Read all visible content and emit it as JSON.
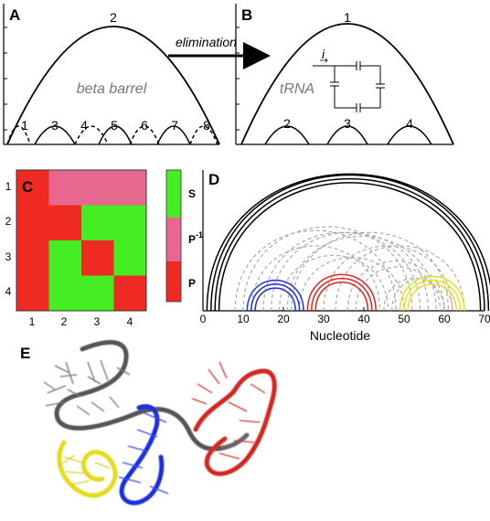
{
  "panel_a": {
    "letter": "A",
    "outer_arc": "2",
    "inner_arcs": [
      "1",
      "3",
      "4",
      "5",
      "6",
      "7",
      "8"
    ],
    "label": "beta barrel"
  },
  "arrow": {
    "label": "elimination"
  },
  "panel_b": {
    "letter": "B",
    "outer_arc": "1",
    "inner_arcs": [
      "2",
      "3",
      "4"
    ],
    "label": "tRNA",
    "circuit_current": "i"
  },
  "panel_c": {
    "letter": "C",
    "row_labels": [
      "1",
      "2",
      "3",
      "4"
    ],
    "col_labels": [
      "1",
      "2",
      "3",
      "4"
    ],
    "matrix": [
      [
        "P",
        "P-1",
        "P-1",
        "P-1"
      ],
      [
        "P",
        "P",
        "S",
        "S"
      ],
      [
        "P",
        "S",
        "P",
        "S"
      ],
      [
        "P",
        "S",
        "S",
        "P"
      ]
    ],
    "legend": [
      {
        "key": "S",
        "label": "S",
        "sup": "",
        "color": "#44ee22"
      },
      {
        "key": "P-1",
        "label": "P",
        "sup": "-1",
        "color": "#e8678e"
      },
      {
        "key": "P",
        "label": "P",
        "sup": "",
        "color": "#ee2a22"
      }
    ]
  },
  "panel_d": {
    "letter": "D",
    "xlabel": "Nucleotide",
    "xticks": [
      "0",
      "10",
      "20",
      "30",
      "40",
      "50",
      "60",
      "70"
    ]
  },
  "chart_data": {
    "type": "arc",
    "xlabel": "Nucleotide",
    "xlim": [
      0,
      70
    ],
    "series": [
      {
        "color": "#000000",
        "style": "solid",
        "arcs": [
          [
            1,
            72
          ],
          [
            2,
            71
          ],
          [
            3,
            70
          ],
          [
            4,
            69
          ]
        ]
      },
      {
        "color": "#1f2ee0",
        "style": "solid",
        "arcs": [
          [
            11,
            25
          ],
          [
            12,
            24
          ],
          [
            13,
            23
          ]
        ]
      },
      {
        "color": "#e3241f",
        "style": "solid",
        "arcs": [
          [
            26,
            43
          ],
          [
            27,
            42
          ],
          [
            28,
            41
          ]
        ]
      },
      {
        "color": "#e8e024",
        "style": "solid",
        "arcs": [
          [
            49,
            65
          ],
          [
            50,
            64
          ],
          [
            51,
            63
          ]
        ]
      },
      {
        "color": "#aaaaaa",
        "style": "dashed",
        "arcs": [
          [
            8,
            48
          ],
          [
            10,
            52
          ],
          [
            12,
            44
          ],
          [
            15,
            54
          ],
          [
            17,
            56
          ],
          [
            19,
            46
          ],
          [
            21,
            58
          ],
          [
            22,
            61
          ],
          [
            24,
            50
          ],
          [
            30,
            62
          ],
          [
            33,
            65
          ],
          [
            36,
            60
          ],
          [
            38,
            59
          ],
          [
            45,
            60
          ],
          [
            47,
            62
          ]
        ]
      }
    ]
  },
  "panel_e": {
    "letter": "E"
  }
}
